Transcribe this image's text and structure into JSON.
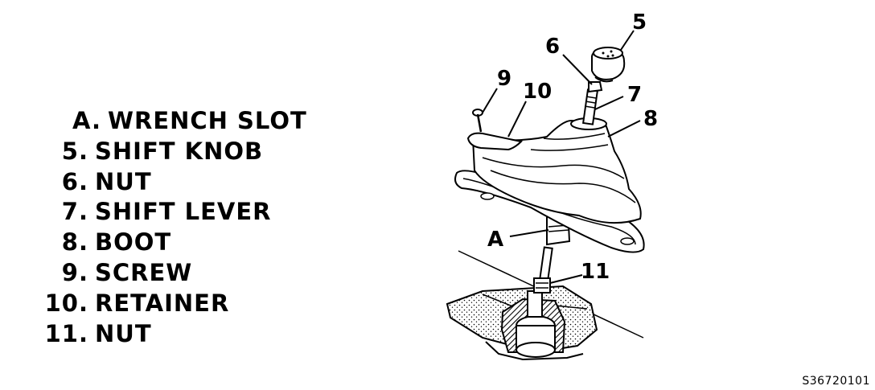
{
  "legend": {
    "items": [
      {
        "key": "A.",
        "text": "WRENCH SLOT"
      },
      {
        "key": "5.",
        "text": "SHIFT KNOB"
      },
      {
        "key": "6.",
        "text": "NUT"
      },
      {
        "key": "7.",
        "text": "SHIFT LEVER"
      },
      {
        "key": "8.",
        "text": "BOOT"
      },
      {
        "key": "9.",
        "text": "SCREW"
      },
      {
        "key": "10.",
        "text": "RETAINER"
      },
      {
        "key": "11.",
        "text": "NUT"
      }
    ]
  },
  "callouts": {
    "c5": "5",
    "c6": "6",
    "c7": "7",
    "c8": "8",
    "c9": "9",
    "c10": "10",
    "cA": "A",
    "c11": "11"
  },
  "figure_code": "S36720101",
  "colors": {
    "ink": "#000000",
    "paper": "#ffffff"
  }
}
